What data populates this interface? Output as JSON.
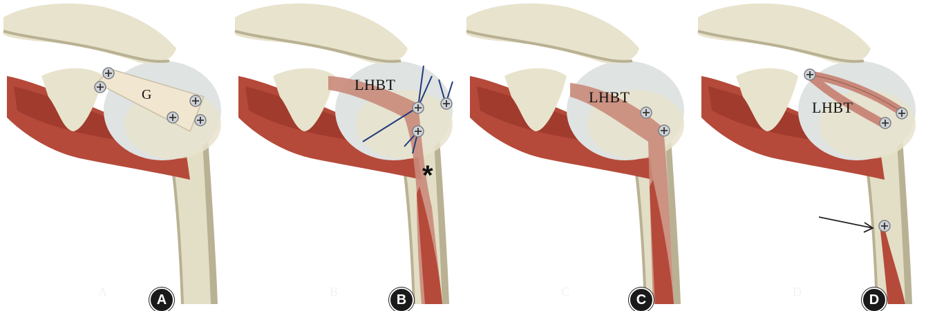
{
  "panels": [
    {
      "badge": "A",
      "ghost": "A",
      "label": "G"
    },
    {
      "badge": "B",
      "ghost": "B",
      "label": "LHBT",
      "marker": "*"
    },
    {
      "badge": "C",
      "ghost": "C",
      "label": "LHBT"
    },
    {
      "badge": "D",
      "ghost": "D",
      "label": "LHBT"
    }
  ],
  "colors": {
    "bone": "#e8e3cc",
    "bone_shadow": "#b9b193",
    "humeral_head": "#dfe3e2",
    "muscle": "#b54a3a",
    "muscle_dark": "#8f2f24",
    "tendon": "#c9897a",
    "graft": "#f1e6cf",
    "suture": "#1f3a7a",
    "screw": "#cfd2d6"
  },
  "icons": [
    "screw-anchor-icon",
    "arrow-icon"
  ]
}
